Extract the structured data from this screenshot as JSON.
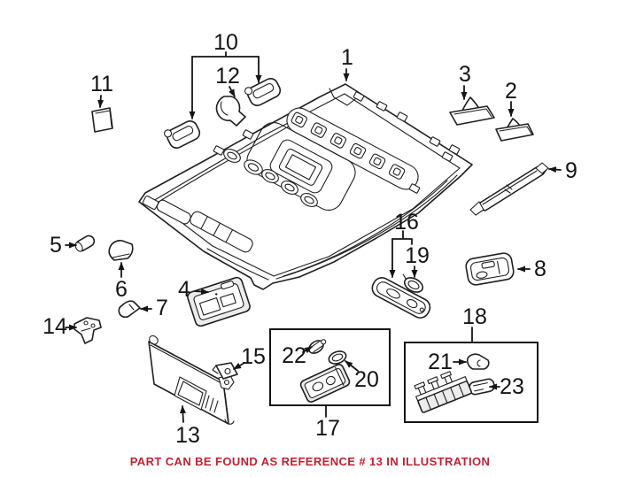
{
  "caption": {
    "text": "PART CAN BE FOUND AS REFERENCE # 13 IN ILLUSTRATION",
    "color": "#c32031"
  },
  "colors": {
    "line": "#1f1f1f",
    "label": "#141414",
    "background": "#ffffff"
  },
  "callouts": [
    {
      "label": "1"
    },
    {
      "label": "2"
    },
    {
      "label": "3"
    },
    {
      "label": "4"
    },
    {
      "label": "5"
    },
    {
      "label": "6"
    },
    {
      "label": "7"
    },
    {
      "label": "8"
    },
    {
      "label": "9"
    },
    {
      "label": "10"
    },
    {
      "label": "11"
    },
    {
      "label": "12"
    },
    {
      "label": "13"
    },
    {
      "label": "14"
    },
    {
      "label": "15"
    },
    {
      "label": "16"
    },
    {
      "label": "17"
    },
    {
      "label": "18"
    },
    {
      "label": "19"
    },
    {
      "label": "20"
    },
    {
      "label": "21"
    },
    {
      "label": "22"
    },
    {
      "label": "23"
    }
  ]
}
